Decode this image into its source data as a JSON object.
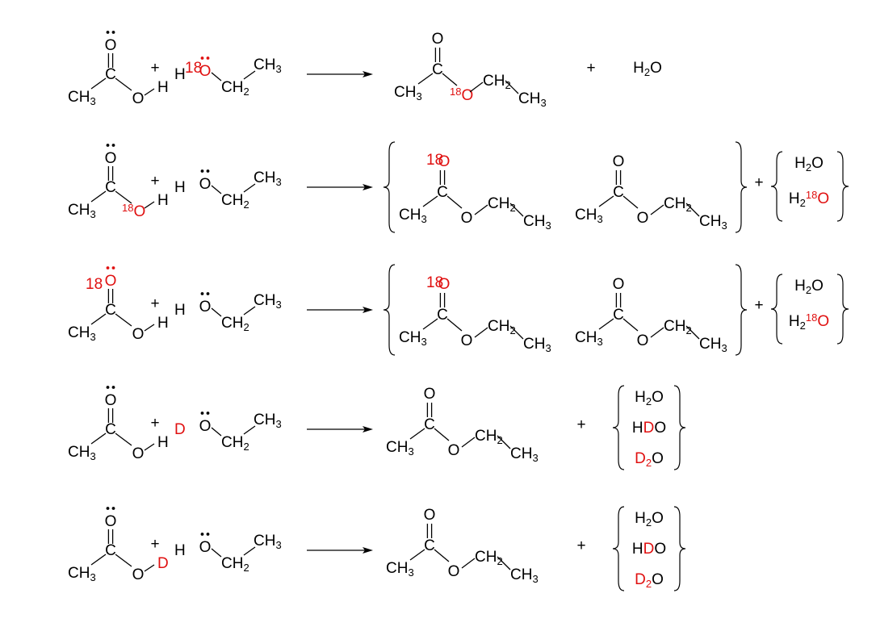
{
  "colors": {
    "ink": "#000000",
    "label": "#e01010"
  },
  "atoms": {
    "C": "C",
    "O": "O",
    "H": "H",
    "D": "D",
    "CH": "CH",
    "sub2": "2",
    "sub3": "3",
    "iso18": "18",
    "plus": "+"
  },
  "reactions": [
    {
      "acid_lone_pair_label": false,
      "acid_O_label": false,
      "acid_H": "H",
      "ethanol_H": "H",
      "ethanol_O_label": true,
      "ester": "single",
      "ester_carbonyl_label": false,
      "ester_ether_label": true,
      "byproduct": "h2o"
    },
    {
      "acid_lone_pair_label": false,
      "acid_O_label": true,
      "acid_H": "H",
      "ethanol_H": "H",
      "ethanol_O_label": false,
      "ester": "pair",
      "byproduct": "h2o-set",
      "byproduct_items": [
        "H2O",
        "H2 18O"
      ]
    },
    {
      "acid_lone_pair_label": true,
      "acid_O_label": false,
      "acid_H": "H",
      "ethanol_H": "H",
      "ethanol_O_label": false,
      "ester": "pair",
      "byproduct": "h2o-set",
      "byproduct_items": [
        "H2O",
        "H2 18O"
      ]
    },
    {
      "acid_lone_pair_label": false,
      "acid_O_label": false,
      "acid_H": "H",
      "ethanol_H": "D",
      "ethanol_O_label": false,
      "ester": "single",
      "ester_carbonyl_label": false,
      "ester_ether_label": false,
      "byproduct": "deut-set",
      "byproduct_items": [
        "H2O",
        "HDO",
        "D2O"
      ]
    },
    {
      "acid_lone_pair_label": false,
      "acid_O_label": false,
      "acid_H": "D",
      "ethanol_H": "H",
      "ethanol_O_label": false,
      "ester": "single",
      "ester_carbonyl_label": false,
      "ester_ether_label": false,
      "byproduct": "deut-set",
      "byproduct_items": [
        "H2O",
        "HDO",
        "D2O"
      ]
    }
  ]
}
